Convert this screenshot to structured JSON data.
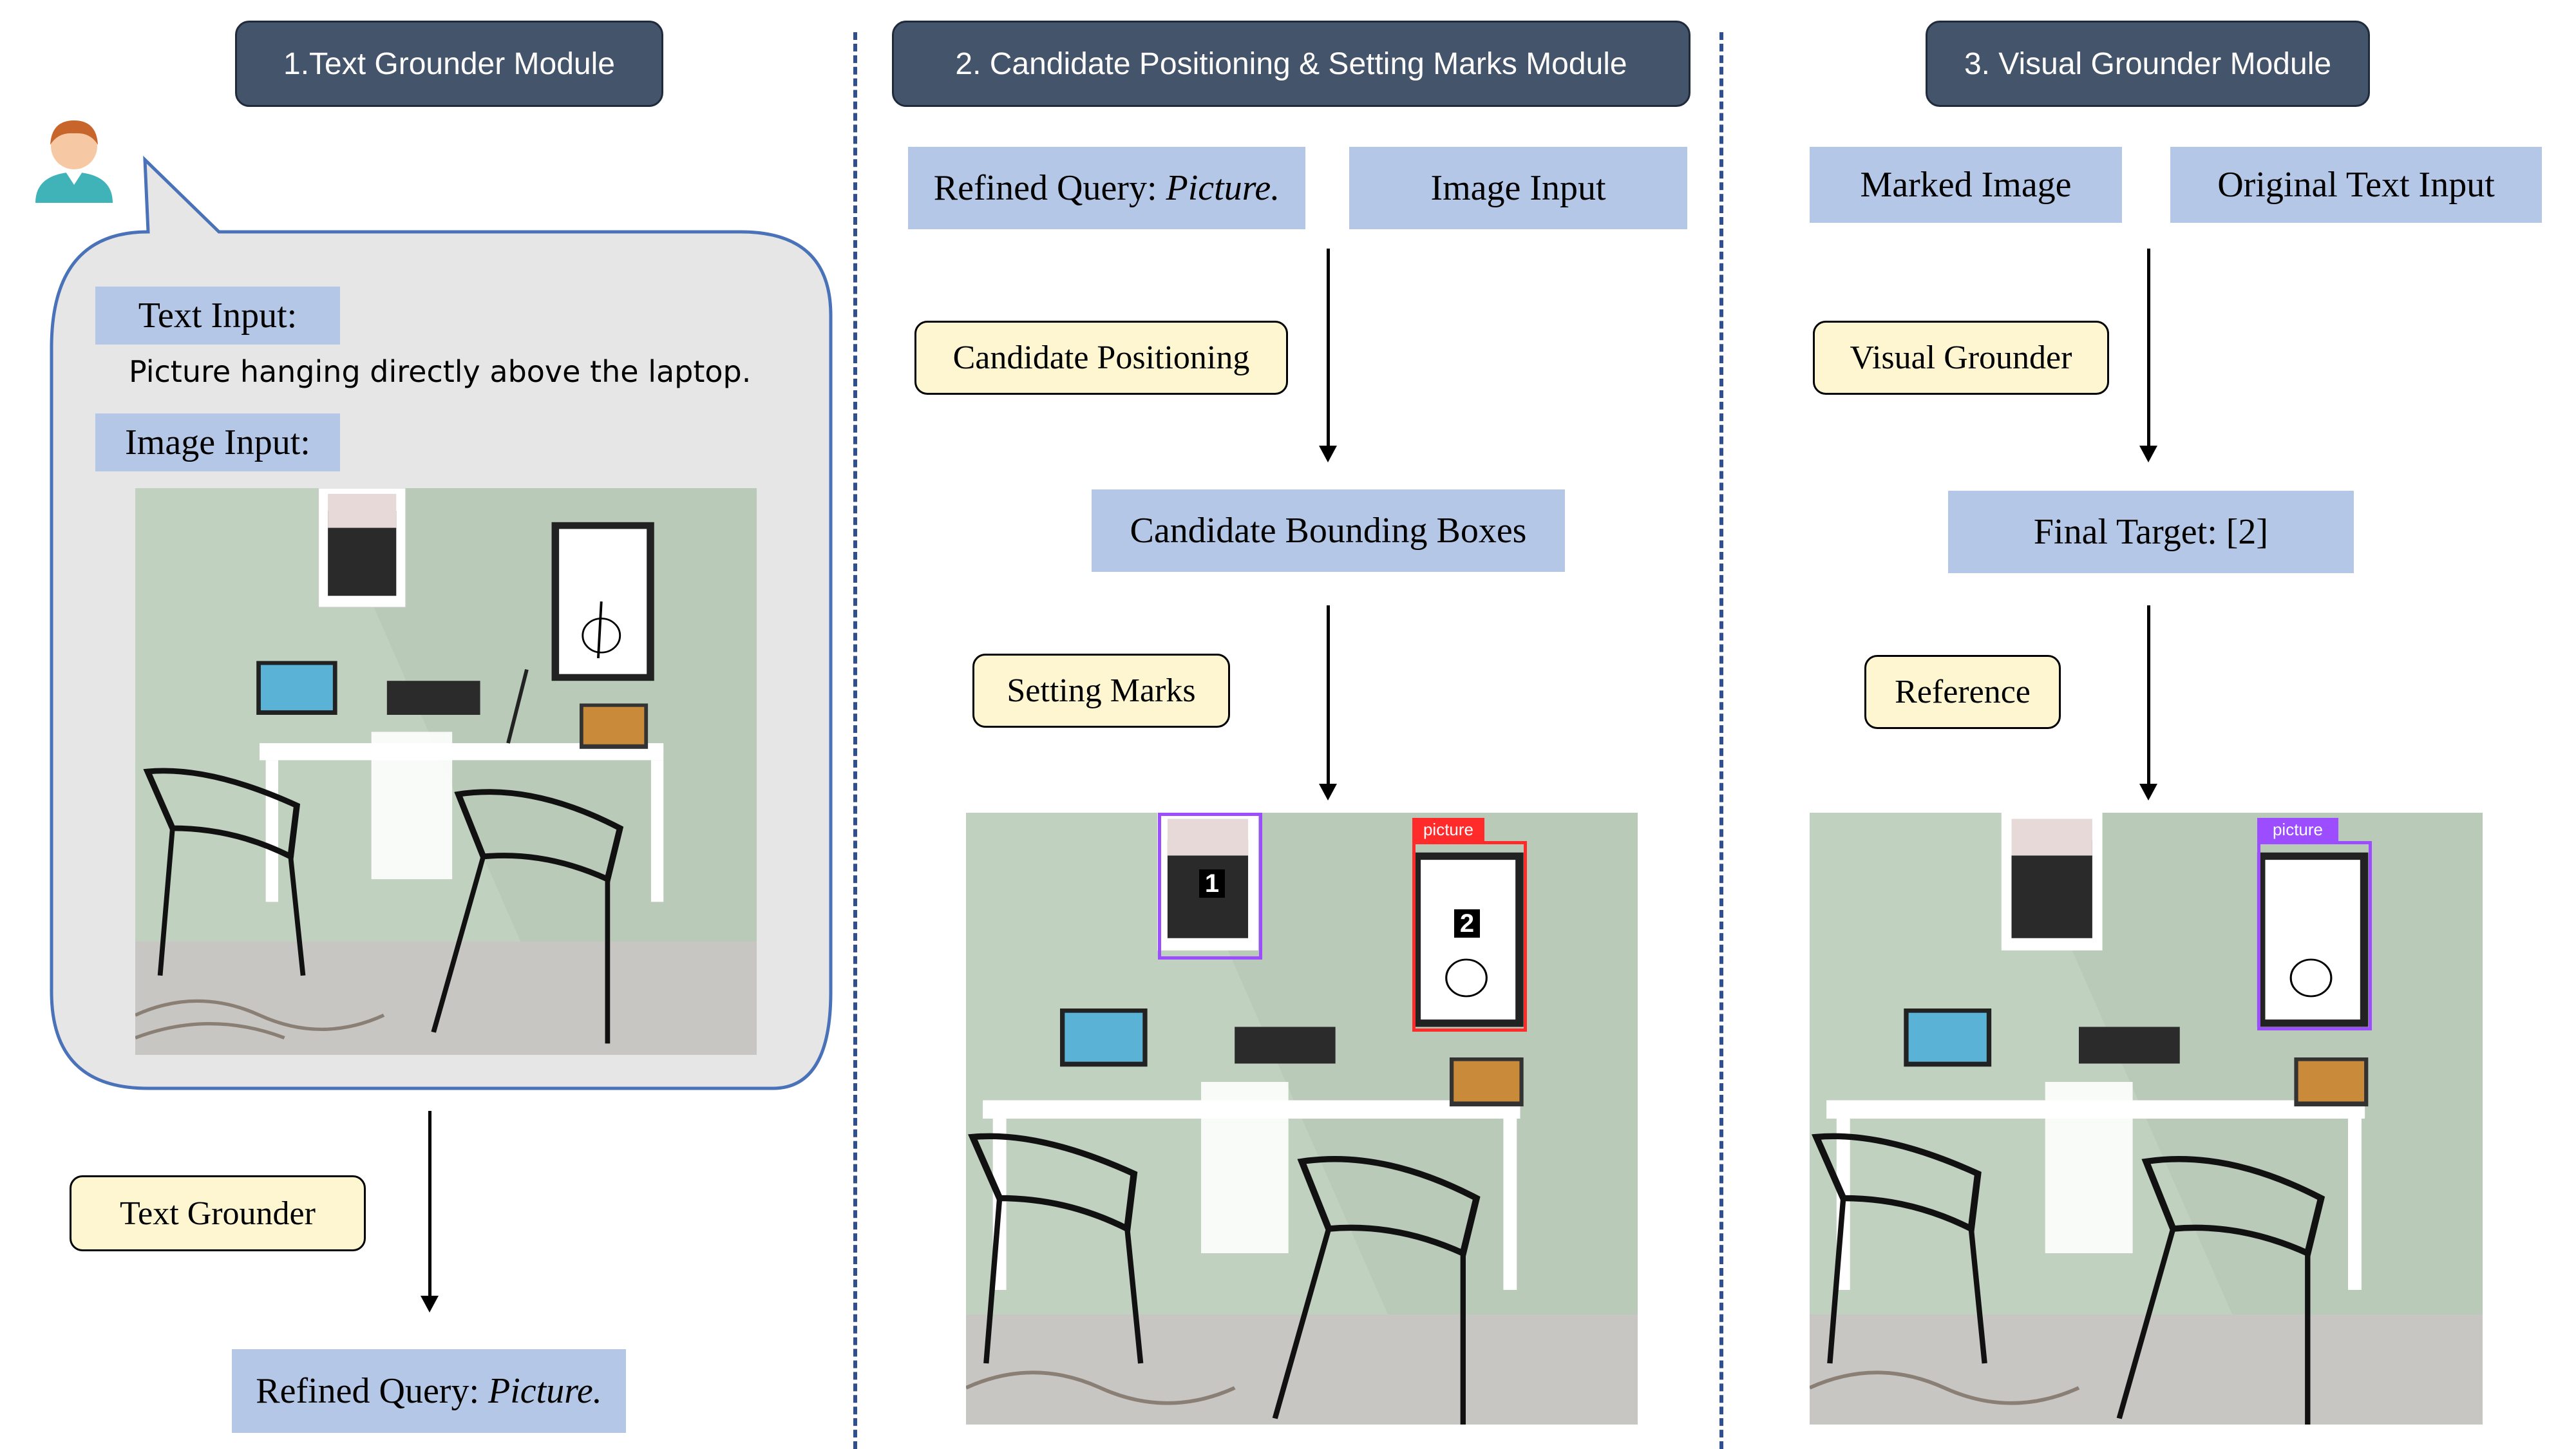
{
  "modules": {
    "m1_title": "1.Text Grounder Module",
    "m2_title": "2. Candidate Positioning & Setting Marks Module",
    "m3_title": "3. Visual Grounder Module"
  },
  "module1": {
    "text_input_label": "Text Input:",
    "text_input_value": "Picture hanging directly above the laptop.",
    "image_input_label": "Image Input:",
    "text_grounder": "Text Grounder",
    "refined_query_prefix": "Refined Query: ",
    "refined_query_value": "Picture."
  },
  "module2": {
    "refined_query_prefix": "Refined Query: ",
    "refined_query_value": "Picture.",
    "image_input": "Image Input",
    "candidate_positioning": "Candidate Positioning",
    "candidate_boxes": "Candidate Bounding Boxes",
    "setting_marks": "Setting Marks",
    "mark_1": "1",
    "mark_2": "2",
    "box_label": "picture"
  },
  "module3": {
    "marked_image": "Marked Image",
    "original_text_input": "Original Text Input",
    "visual_grounder": "Visual Grounder",
    "final_target": "Final Target: [2]",
    "reference": "Reference",
    "box_label": "picture"
  },
  "colors": {
    "title_bg": "#44546a",
    "blue_box": "#b4c7e7",
    "yellow_box": "#fdf6d0",
    "divider": "#2f4f8f",
    "mark_purple": "#9b4dff",
    "mark_red": "#ff2b2b"
  }
}
